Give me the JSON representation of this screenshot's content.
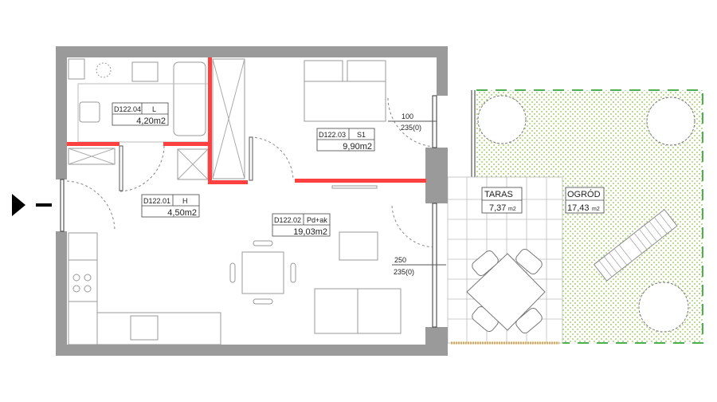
{
  "rooms": [
    {
      "code": "D122.04",
      "type": "L",
      "area": "4,20m2"
    },
    {
      "code": "D122.03",
      "type": "S1",
      "area": "9,90m2"
    },
    {
      "code": "D122.01",
      "type": "H",
      "area": "4,50m2"
    },
    {
      "code": "D122.02",
      "type": "Pd+ak",
      "area": "19,03m2"
    }
  ],
  "windows": [
    {
      "width": "100",
      "height": "235(0)"
    },
    {
      "width": "250",
      "height": "235(0)"
    }
  ],
  "outdoor": {
    "terrace": {
      "name": "TARAS",
      "area": "7,37",
      "unit": "m2"
    },
    "garden": {
      "name": "OGRÓD",
      "area": "17,43",
      "unit": "m2"
    }
  },
  "colors": {
    "wall": "#9a9a9a",
    "new_wall": "#ff4040",
    "garden_dots": "#8cc24a",
    "garden_border": "#4caf50",
    "terrace_edge": "#e0a030"
  }
}
